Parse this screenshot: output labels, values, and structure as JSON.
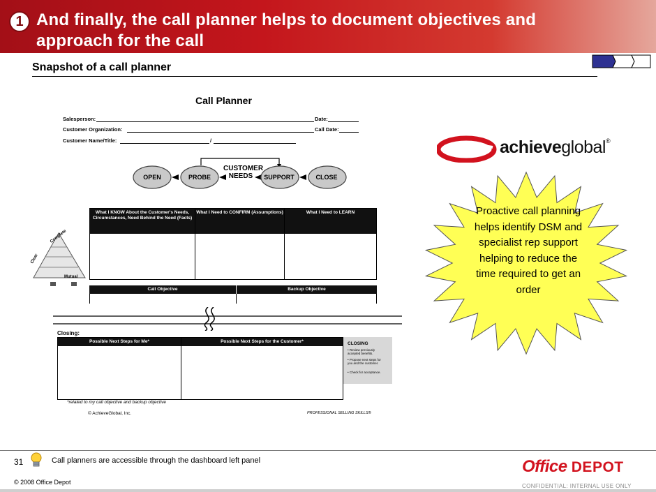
{
  "header": {
    "slide_number_badge": "1",
    "title": "And finally, the call planner helps to document objectives and approach for the call"
  },
  "subtitle": "Snapshot of a call planner",
  "planner": {
    "title": "Call Planner",
    "fields": {
      "salesperson": "Salesperson:",
      "date": "Date:",
      "customer_org": "Customer Organization:",
      "call_date": "Call Date:",
      "customer_name": "Customer Name/Title:",
      "slash": "/"
    },
    "process_steps": [
      "OPEN",
      "PROBE",
      "CUSTOMER NEEDS",
      "SUPPORT",
      "CLOSE"
    ],
    "pyramid_labels": [
      "Complete",
      "Clear",
      "Mutual"
    ],
    "table_headers": [
      "What I KNOW About the Customer's Needs, Circumstances, Need Behind the Need (Facts)",
      "What I Need to CONFIRM (Assumptions)",
      "What I Need to LEARN"
    ],
    "objective_headers": [
      "Call Objective",
      "Backup Objective"
    ],
    "closing_label": "Closing:",
    "next_steps_headers": [
      "Possible Next Steps for Me*",
      "Possible Next Steps for the Customer*"
    ],
    "footnote": "*related to my call objective and backup objective",
    "copyright": "© AchieveGlobal, Inc.",
    "program": "PROFESSIONAL SELLING SKILLS®",
    "closing_sidebar": {
      "title": "CLOSING",
      "items": [
        "• Review previously accepted benefits.",
        "• Propose next steps for you and the customer.",
        "• Check for acceptance."
      ]
    }
  },
  "logo": {
    "brand_light": "achieve",
    "brand_bold": "global",
    "reg": "®"
  },
  "callout": "Proactive call planning helps identify DSM and specialist rep support helping to reduce the time required to get an order",
  "footer": {
    "page_number": "31",
    "note": "Call planners are accessible through the dashboard left panel",
    "copyright": "© 2008 Office Depot",
    "brand_main": "Office",
    "brand_second": "DEPOT",
    "confidential": "CONFIDENTIAL: INTERNAL USE ONLY"
  },
  "colors": {
    "header_red": "#c4161c",
    "progress_active": "#2e3192",
    "callout_yellow": "#ffff55",
    "brand_red": "#d2121e"
  }
}
